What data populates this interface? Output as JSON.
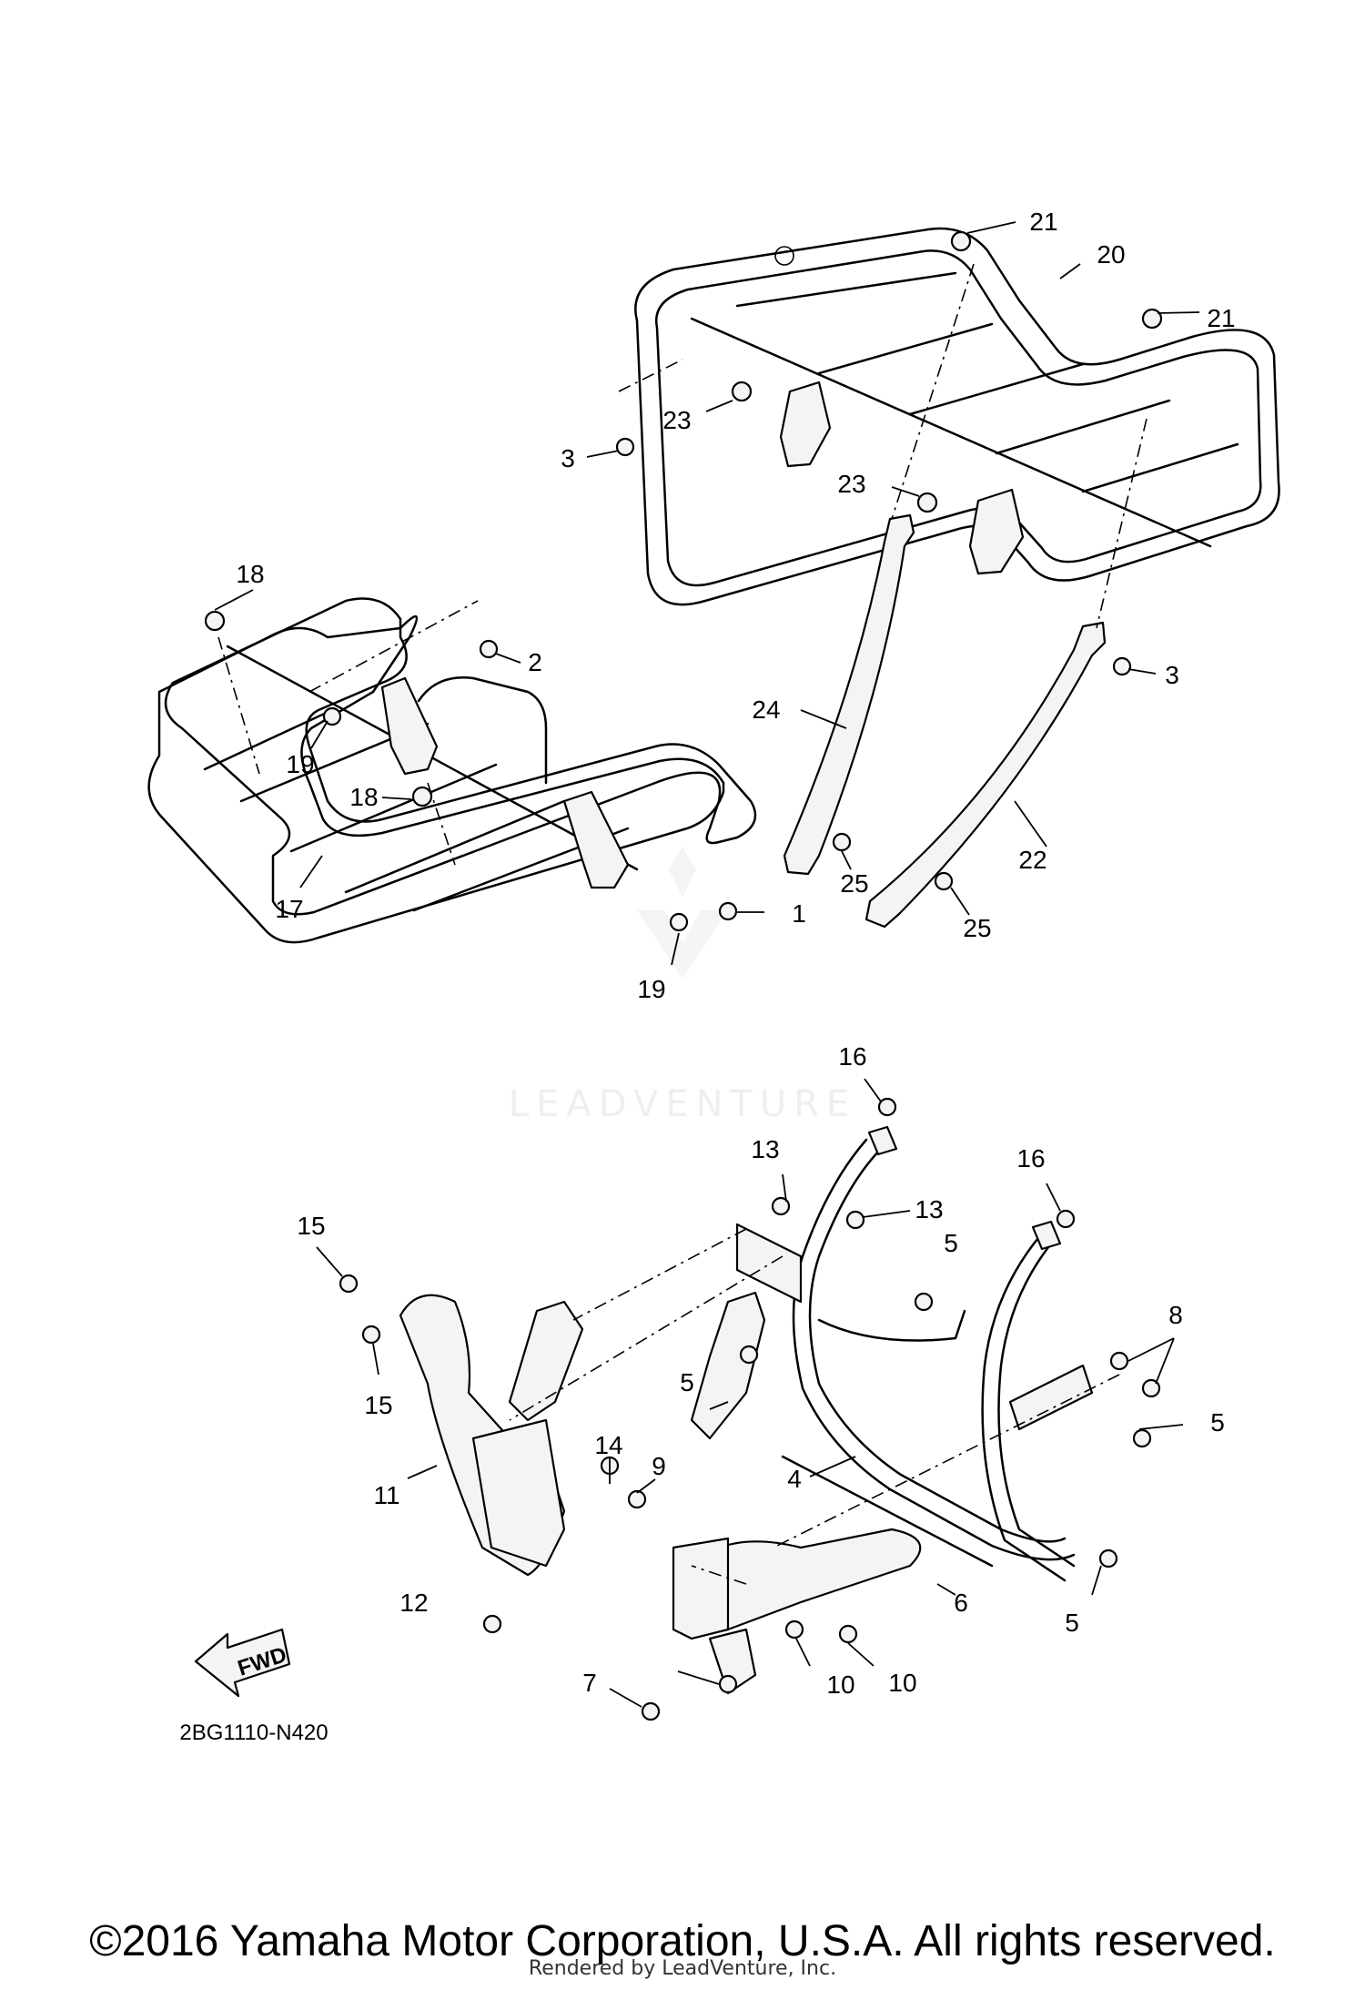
{
  "watermark": {
    "brand": "LEADVENTURE"
  },
  "diagram_code": "2BG1110-N420",
  "fwd_label": "FWD",
  "callouts": [
    {
      "id": "c1",
      "label": "1"
    },
    {
      "id": "c2",
      "label": "2"
    },
    {
      "id": "c3a",
      "label": "3"
    },
    {
      "id": "c3b",
      "label": "3"
    },
    {
      "id": "c4",
      "label": "4"
    },
    {
      "id": "c5a",
      "label": "5"
    },
    {
      "id": "c5b",
      "label": "5"
    },
    {
      "id": "c5c",
      "label": "5"
    },
    {
      "id": "c5d",
      "label": "5"
    },
    {
      "id": "c6",
      "label": "6"
    },
    {
      "id": "c7",
      "label": "7"
    },
    {
      "id": "c8",
      "label": "8"
    },
    {
      "id": "c9",
      "label": "9"
    },
    {
      "id": "c10a",
      "label": "10"
    },
    {
      "id": "c10b",
      "label": "10"
    },
    {
      "id": "c11",
      "label": "11"
    },
    {
      "id": "c12",
      "label": "12"
    },
    {
      "id": "c13a",
      "label": "13"
    },
    {
      "id": "c13b",
      "label": "13"
    },
    {
      "id": "c14",
      "label": "14"
    },
    {
      "id": "c15a",
      "label": "15"
    },
    {
      "id": "c15b",
      "label": "15"
    },
    {
      "id": "c16a",
      "label": "16"
    },
    {
      "id": "c16b",
      "label": "16"
    },
    {
      "id": "c17",
      "label": "17"
    },
    {
      "id": "c18a",
      "label": "18"
    },
    {
      "id": "c18b",
      "label": "18"
    },
    {
      "id": "c19a",
      "label": "19"
    },
    {
      "id": "c19b",
      "label": "19"
    },
    {
      "id": "c20",
      "label": "20"
    },
    {
      "id": "c21a",
      "label": "21"
    },
    {
      "id": "c21b",
      "label": "21"
    },
    {
      "id": "c22",
      "label": "22"
    },
    {
      "id": "c23a",
      "label": "23"
    },
    {
      "id": "c23b",
      "label": "23"
    },
    {
      "id": "c24",
      "label": "24"
    },
    {
      "id": "c25a",
      "label": "25"
    },
    {
      "id": "c25b",
      "label": "25"
    }
  ],
  "footer": {
    "copyright": "©2016 Yamaha Motor Corporation, U.S.A. All rights reserved.",
    "rendered_by": "Rendered by LeadVenture, Inc."
  }
}
